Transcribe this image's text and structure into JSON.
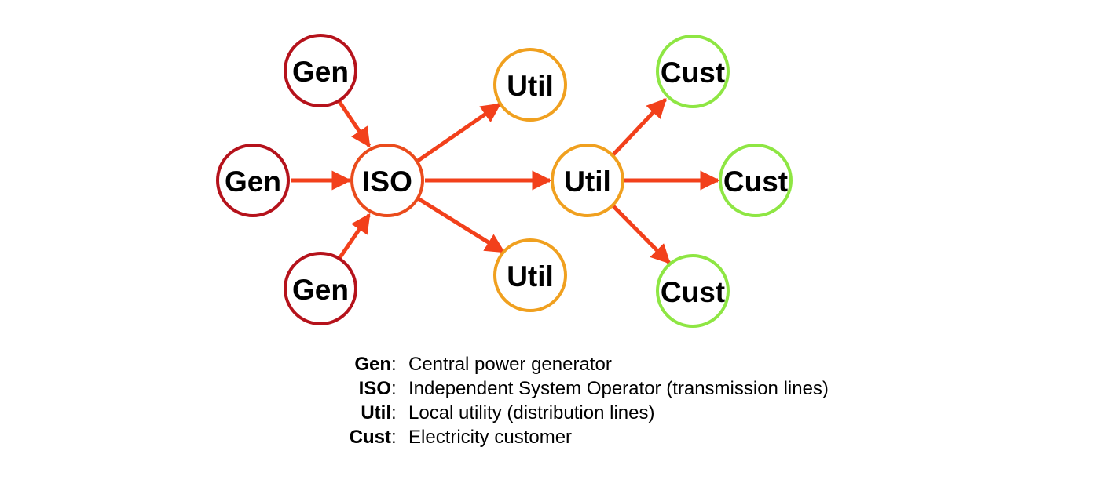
{
  "colors": {
    "gen": "#b5121b",
    "iso": "#ea4b1c",
    "util": "#f0a01f",
    "cust": "#8ee643",
    "arrow": "#f2401b"
  },
  "nodes": {
    "gen_top": "Gen",
    "gen_mid": "Gen",
    "gen_bottom": "Gen",
    "iso": "ISO",
    "util_top": "Util",
    "util_center": "Util",
    "util_bottom": "Util",
    "cust_top": "Cust",
    "cust_mid": "Cust",
    "cust_bottom": "Cust"
  },
  "legend": [
    {
      "term": "Gen",
      "colon": ":",
      "desc": "Central power generator"
    },
    {
      "term": "ISO",
      "colon": ":",
      "desc": "Independent System Operator (transmission lines)"
    },
    {
      "term": "Util",
      "colon": ":",
      "desc": "Local utility (distribution lines)"
    },
    {
      "term": "Cust",
      "colon": ":",
      "desc": "Electricity customer"
    }
  ]
}
